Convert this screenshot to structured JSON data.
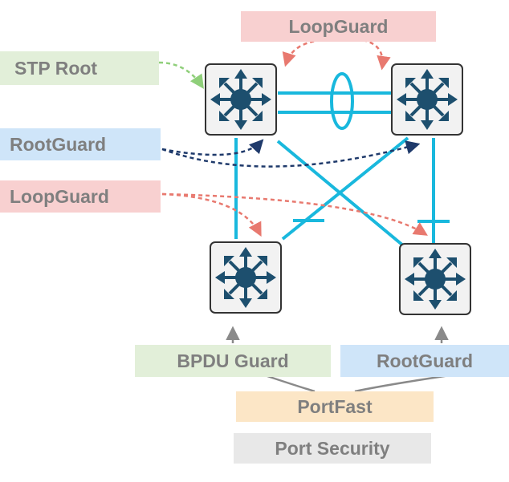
{
  "labels": {
    "loopguard_top": "LoopGuard",
    "stp_root": "STP Root",
    "rootguard_left": "RootGuard",
    "loopguard_left": "LoopGuard",
    "bpdu_guard": "BPDU Guard",
    "rootguard_bottom": "RootGuard",
    "portfast": "PortFast",
    "port_security": "Port Security"
  },
  "colors": {
    "link": "#19b8dd",
    "switch_fill": "#f2f2f2",
    "switch_icon": "#1d4f6e",
    "green_label": "#e2efd9",
    "blue_label": "#cfe5f9",
    "red_label": "#f8d0d0",
    "orange_label": "#fce6c6",
    "grey_label": "#e8e8e8",
    "text": "#7f7f7f",
    "arrow_green": "#8fcf7a",
    "arrow_navy": "#1f3a6b",
    "arrow_red": "#e8796f",
    "arrow_grey": "#8a8a8a"
  },
  "icons": [
    "switch-icon"
  ]
}
